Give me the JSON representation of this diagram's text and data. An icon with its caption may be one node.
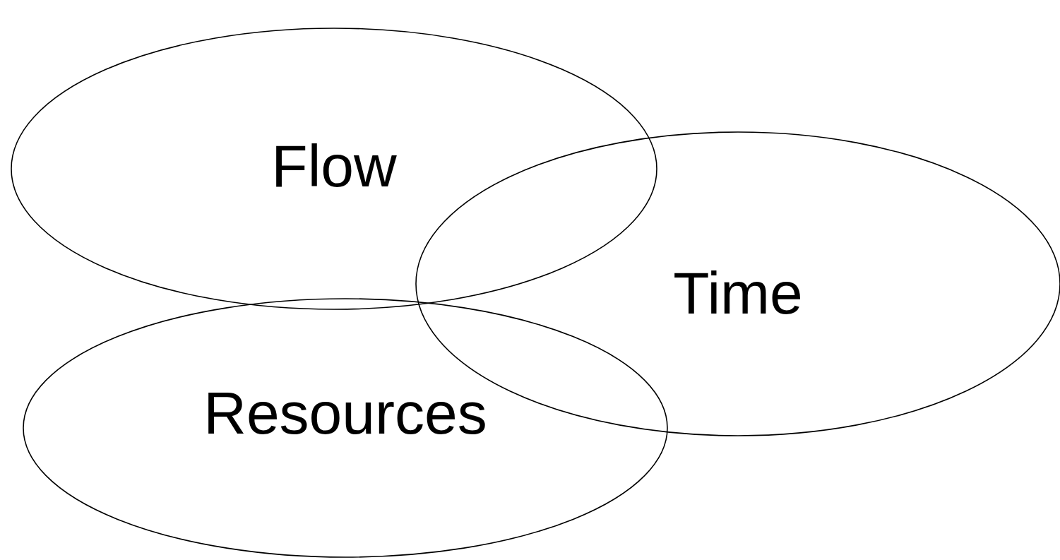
{
  "diagram": {
    "nodes": [
      {
        "text": [
          "Flow"
        ]
      },
      {
        "text": [
          "Time"
        ]
      },
      {
        "text": [
          "Resources"
        ]
      }
    ]
  }
}
